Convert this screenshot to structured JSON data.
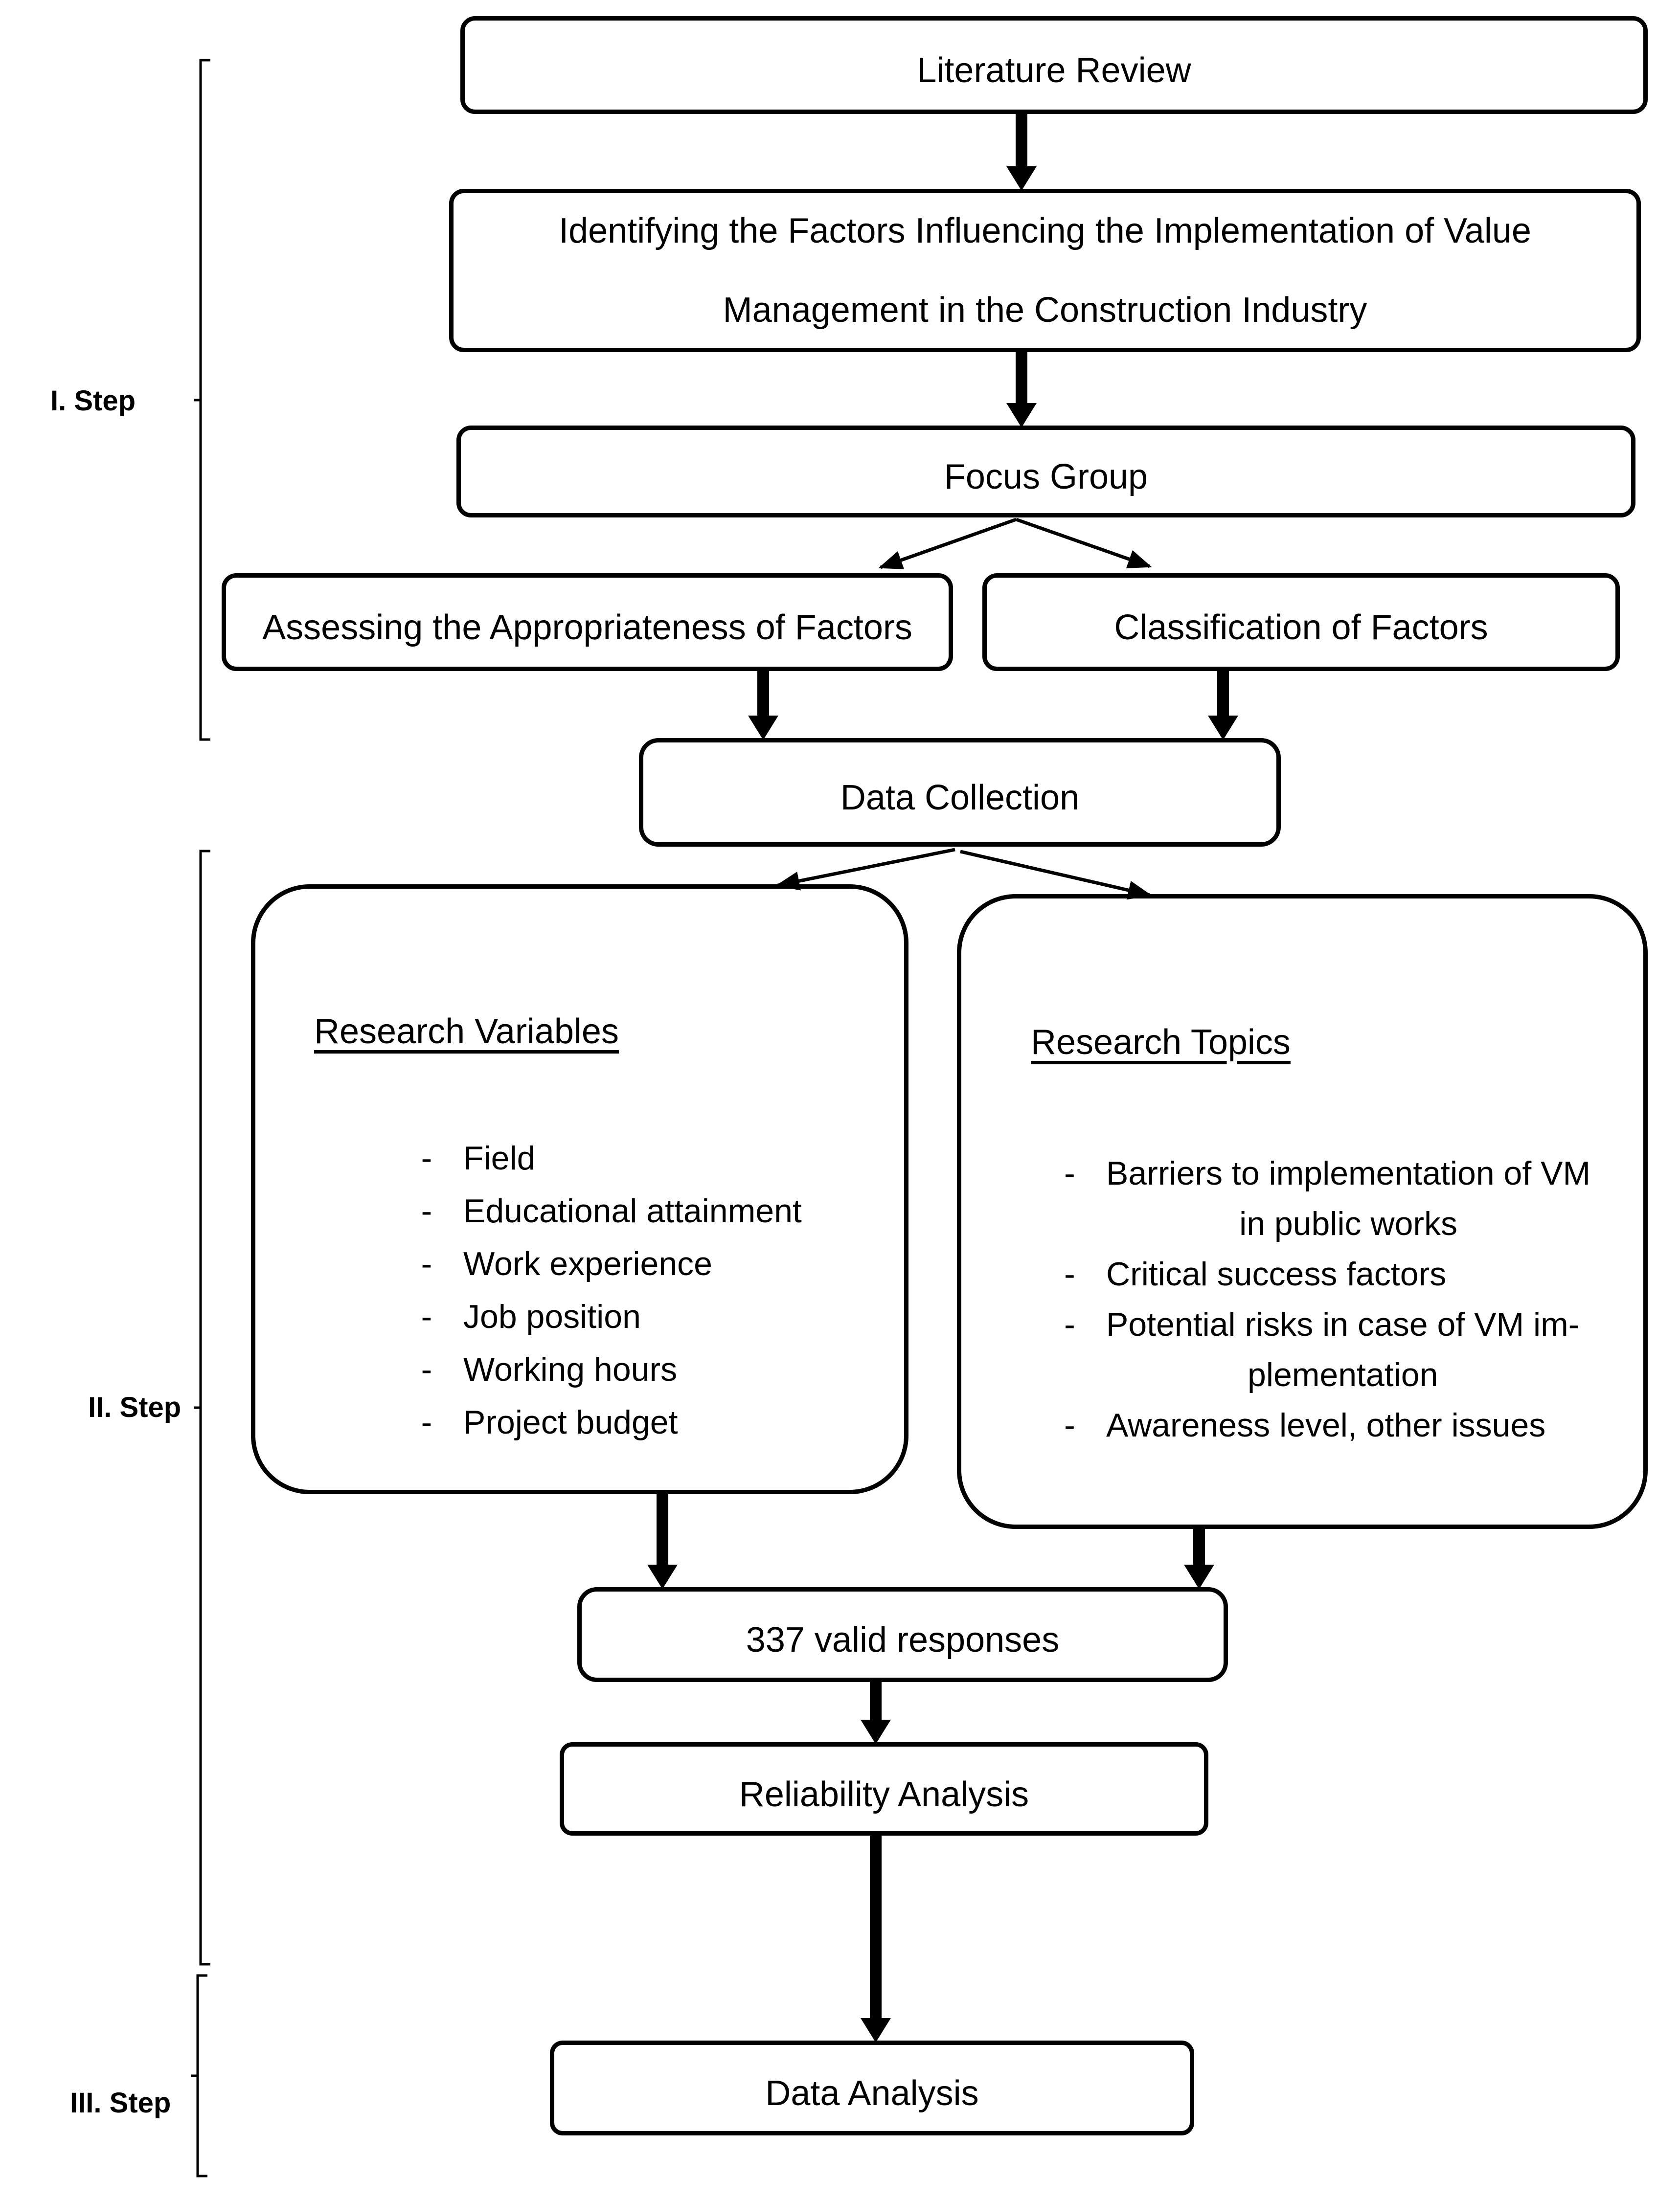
{
  "diagram": {
    "title_hint": "Research methodology flowchart",
    "colors": {
      "line": "#000000",
      "background": "#ffffff"
    },
    "list_marker": "-",
    "steps": [
      {
        "label": "I. Step"
      },
      {
        "label": "II. Step"
      },
      {
        "label": "III. Step"
      }
    ],
    "boxes": {
      "literature_review": "Literature Review",
      "identifying": {
        "line1": "Identifying the Factors Influencing the Implementation of Value",
        "line2": "Management in the Construction Industry"
      },
      "focus_group": "Focus Group",
      "assessing": "Assessing the Appropriateness of Factors",
      "classification": "Classification of Factors",
      "data_collection": "Data Collection",
      "valid_responses": "337 valid responses",
      "reliability_analysis": "Reliability Analysis",
      "data_analysis": "Data Analysis"
    },
    "research_variables": {
      "heading": "Research Variables",
      "items": [
        [
          "Field"
        ],
        [
          "Educational attainment"
        ],
        [
          "Work experience"
        ],
        [
          "Job position"
        ],
        [
          "Working hours"
        ],
        [
          "Project budget"
        ]
      ]
    },
    "research_topics": {
      "heading": "Research Topics",
      "items": [
        [
          "Barriers to implementation of VM",
          "in public works"
        ],
        [
          "Critical success factors"
        ],
        [
          "Potential risks in case of VM im-",
          "plementation"
        ],
        [
          "Awareness level, other issues"
        ]
      ]
    }
  }
}
